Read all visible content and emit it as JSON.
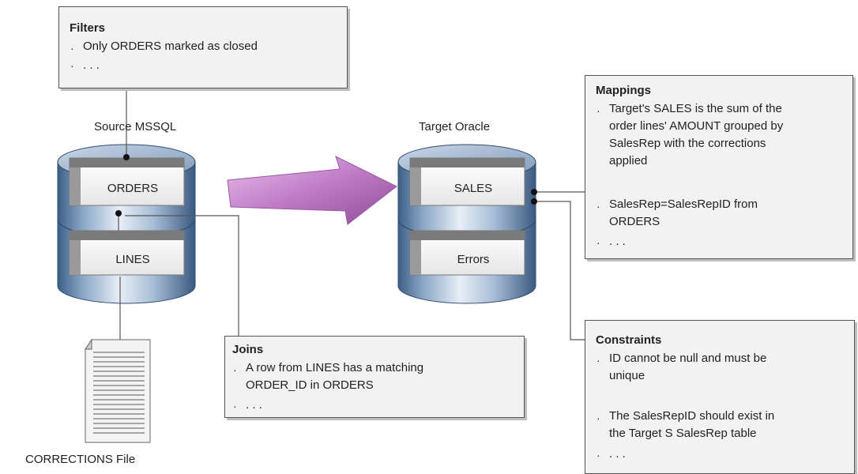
{
  "source": {
    "label": "Source MSSQL",
    "tables": [
      "ORDERS",
      "LINES"
    ]
  },
  "target": {
    "label": "Target Oracle",
    "tables": [
      "SALES",
      "Errors"
    ]
  },
  "file": {
    "label": "CORRECTIONS File"
  },
  "filters": {
    "title": "Filters",
    "items": [
      "Only ORDERS marked as closed",
      ". . ."
    ]
  },
  "joins": {
    "title": "Joins",
    "items": [
      "A row from LINES has a matching",
      "ORDER_ID in ORDERS",
      ". . ."
    ]
  },
  "mappings": {
    "title": "Mappings",
    "items": [
      "Target's SALES is the sum of the",
      "order lines' AMOUNT grouped by",
      "SalesRep with the corrections",
      "applied",
      "SalesRep=SalesRepID from",
      "ORDERS",
      ". . ."
    ]
  },
  "constraints": {
    "title": "Constraints",
    "items": [
      "ID cannot be null and must be",
      "unique",
      "The SalesRepID should exist in",
      "the Target S SalesRep table",
      ". . ."
    ]
  }
}
